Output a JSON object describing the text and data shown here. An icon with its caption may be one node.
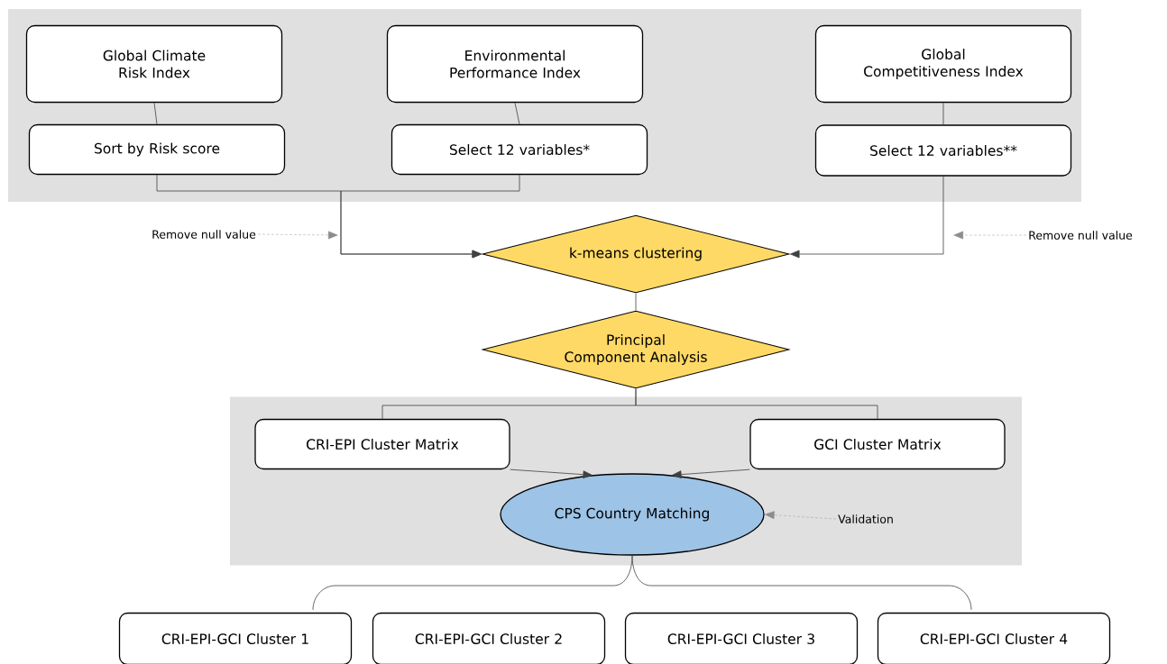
{
  "diagram": {
    "nodes": [
      {
        "text": [],
        "shape": "box"
      },
      {
        "text": [
          "Global Climate Risk Index"
        ],
        "in": 0
      },
      {
        "text": [
          "Environmental Performance Index"
        ],
        "in": 0
      },
      {
        "text": [
          "Global Competitiveness Index"
        ],
        "in": 0
      },
      {
        "text": [
          "Sort by Risk score"
        ],
        "in": 0
      },
      {
        "text": [
          "Select 12 variables*"
        ],
        "in": 0
      },
      {
        "text": [
          "Select 12 variables**"
        ],
        "in": 0
      },
      {
        "text": [
          "Remove null value"
        ]
      },
      {
        "text": [
          "k-means clustering"
        ]
      },
      {
        "text": [
          "Remove null value"
        ]
      },
      {
        "text": [
          "Principal Component Analysis"
        ]
      },
      {
        "text": [],
        "shape": "box"
      },
      {
        "text": [
          "CRI-EPI Cluster Matrix"
        ],
        "in": 11
      },
      {
        "text": [
          "GCI Cluster Matrix"
        ],
        "in": 11
      },
      {
        "text": [
          "CPS Country Matching"
        ],
        "in": 11
      },
      {
        "text": [
          "Validation"
        ],
        "in": 11
      },
      {
        "text": [
          "CRI-EPI-GCI Cluster 1"
        ]
      },
      {
        "text": [
          "CRI-EPI-GCI Cluster 2"
        ]
      },
      {
        "text": [
          "CRI-EPI-GCI Cluster 3"
        ]
      },
      {
        "text": [
          "CRI-EPI-GCI Cluster 4"
        ]
      }
    ],
    "edges": [
      {
        "from": 1,
        "to": 4,
        "arrow": "none"
      },
      {
        "from": 2,
        "to": 5,
        "arrow": "none"
      },
      {
        "from": 3,
        "to": 6,
        "arrow": "none"
      },
      {
        "from": 4,
        "to": 8,
        "arrow": "to"
      },
      {
        "from": 5,
        "to": 8,
        "arrow": "to"
      },
      {
        "from": 6,
        "to": 8,
        "arrow": "to"
      },
      {
        "from": 7,
        "to": null,
        "arrow": "to",
        "style": "dashed",
        "color": "#8c8c8c"
      },
      {
        "from": 9,
        "to": null,
        "arrow": "to",
        "style": "dashed",
        "color": "#8c8c8c"
      },
      {
        "from": 8,
        "to": 10,
        "arrow": "none"
      },
      {
        "from": 10,
        "to": 12,
        "arrow": "none"
      },
      {
        "from": 10,
        "to": 13,
        "arrow": "none"
      },
      {
        "from": 12,
        "to": 14,
        "arrow": "to"
      },
      {
        "from": 13,
        "to": 14,
        "arrow": "to"
      },
      {
        "from": 15,
        "to": 14,
        "arrow": "to",
        "style": "dashed",
        "color": "#8c8c8c"
      },
      {
        "from": 14,
        "to": 16,
        "arrow": "none"
      },
      {
        "from": 14,
        "to": 19,
        "arrow": "none"
      }
    ]
  }
}
